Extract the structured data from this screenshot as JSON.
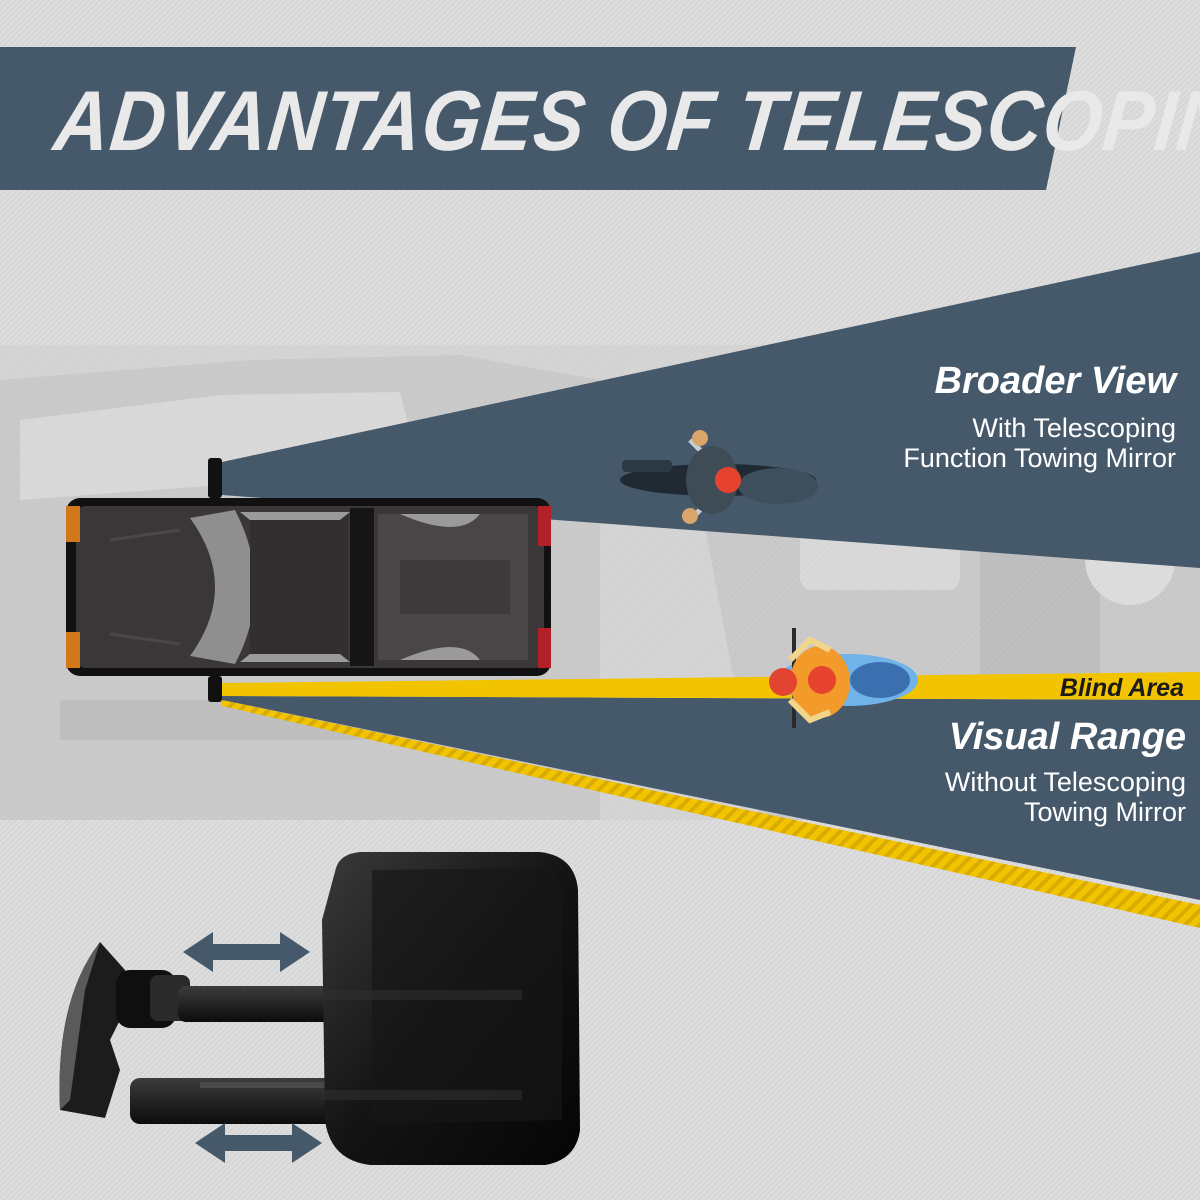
{
  "banner": {
    "title": "ADVANTAGES OF TELESCOPING",
    "color": "#46596b"
  },
  "broader_view": {
    "heading": "Broader View",
    "line1": "With Telescoping",
    "line2": "Function Towing Mirror"
  },
  "blind_area": {
    "label": "Blind Area",
    "color": "#f2c400"
  },
  "visual_range": {
    "heading": "Visual Range",
    "line1": "Without Telescoping",
    "line2": "Towing Mirror"
  },
  "icons": [
    "pickup-truck-icon",
    "motorcycle-rider-icon",
    "scooter-rider-icon",
    "towing-mirror-icon",
    "double-arrow-icon"
  ],
  "colors": {
    "view_cone": "#46596b",
    "truck_body": "#3b3638",
    "arrows": "#46596b"
  }
}
